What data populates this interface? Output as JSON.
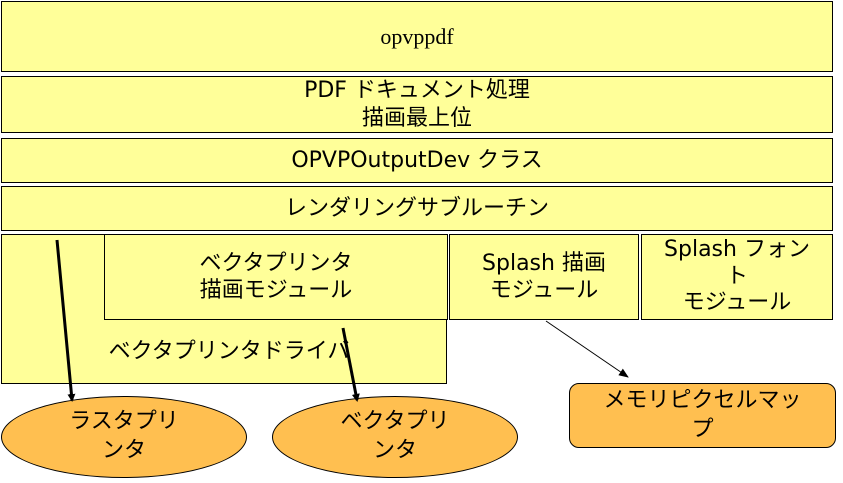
{
  "layers": {
    "opvppdf": "opvppdf",
    "pdf_doc_line1": "PDF ドキュメント処理",
    "pdf_doc_line2": "描画最上位",
    "output_dev": "OPVPOutputDev クラス",
    "rendering": "レンダリングサブルーチン",
    "vector_driver": "ベクタプリンタドライバ"
  },
  "modules": {
    "vector_line1": "ベクタプリンタ",
    "vector_line2": "描画モジュール",
    "splash_draw_line1": "Splash 描画",
    "splash_draw_line2": "モジュール",
    "splash_font_line1": "Splash フォン",
    "splash_font_line2": "ト",
    "splash_font_line3": "モジュール"
  },
  "outputs": {
    "raster_line1": "ラスタプリ",
    "raster_line2": "ンタ",
    "vector_line1": "ベクタプリ",
    "vector_line2": "ンタ",
    "pixmap_line1": "メモリピクセルマッ",
    "pixmap_line2": "プ"
  },
  "colors": {
    "layer_fill": "#ffff99",
    "output_fill": "#ffbf50",
    "outline": "#000000"
  }
}
